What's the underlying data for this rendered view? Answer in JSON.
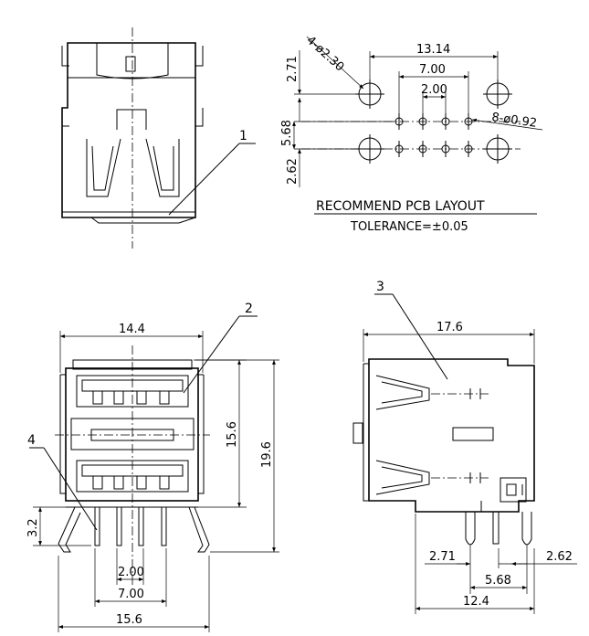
{
  "callouts": {
    "c1": "1",
    "c2": "2",
    "c3": "3",
    "c4": "4"
  },
  "pcb_layout": {
    "dim_outer_holes": "13.14",
    "dim_pin_span": "7.00",
    "dim_pin_pitch": "2.00",
    "dim_vertical_top": "2.71",
    "dim_vertical_mid": "5.68",
    "dim_vertical_bottom": "2.62",
    "large_holes": "4-ø2.30",
    "small_holes": "8-ø0.92",
    "title": "RECOMMEND PCB LAYOUT",
    "tolerance": "TOLERANCE=±0.05"
  },
  "front_view": {
    "width": "14.4",
    "height_inner": "15.6",
    "height_total": "19.6",
    "pin_height": "3.2",
    "pin_pitch": "2.00",
    "pin_span": "7.00",
    "base_width": "15.6"
  },
  "side_view": {
    "depth": "17.6",
    "dim_left": "2.71",
    "dim_right": "2.62",
    "dim_mid": "5.68",
    "base_depth": "12.4"
  }
}
